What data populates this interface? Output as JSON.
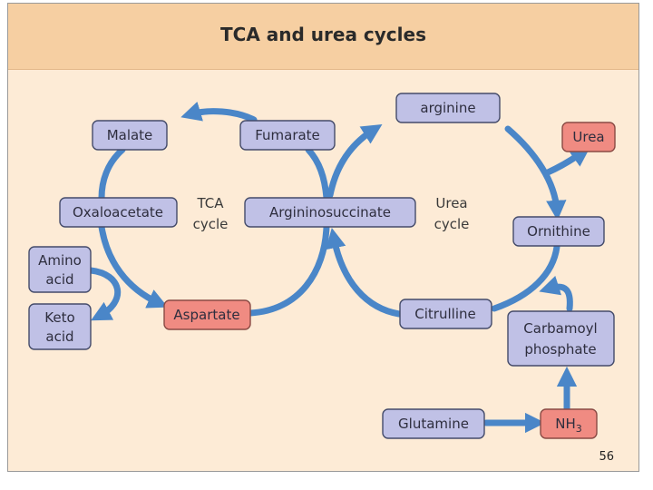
{
  "title": "TCA and urea cycles",
  "page_number": "56",
  "cycle_labels": {
    "tca": [
      "TCA",
      "cycle"
    ],
    "urea": [
      "Urea",
      "cycle"
    ]
  },
  "nodes": {
    "malate": [
      "Malate"
    ],
    "fumarate": [
      "Fumarate"
    ],
    "oxaloacetate": [
      "Oxaloacetate"
    ],
    "argininosuccinate": [
      "Argininosuccinate"
    ],
    "amino_acid": [
      "Amino",
      "acid"
    ],
    "keto_acid": [
      "Keto",
      "acid"
    ],
    "aspartate": [
      "Aspartate"
    ],
    "arginine": [
      "arginine"
    ],
    "urea": [
      "Urea"
    ],
    "ornithine": [
      "Ornithine"
    ],
    "citrulline": [
      "Citrulline"
    ],
    "carbamoyl_phosphate": [
      "Carbamoyl",
      "phosphate"
    ],
    "glutamine": [
      "Glutamine"
    ],
    "nh3": [
      "NH",
      "3"
    ]
  },
  "colors": {
    "arrow": "#4a86c8",
    "node_blue": "#c0c1e6",
    "node_red": "#f08b82",
    "background": "#fdebd6",
    "title_band": "#f6cfa2"
  }
}
